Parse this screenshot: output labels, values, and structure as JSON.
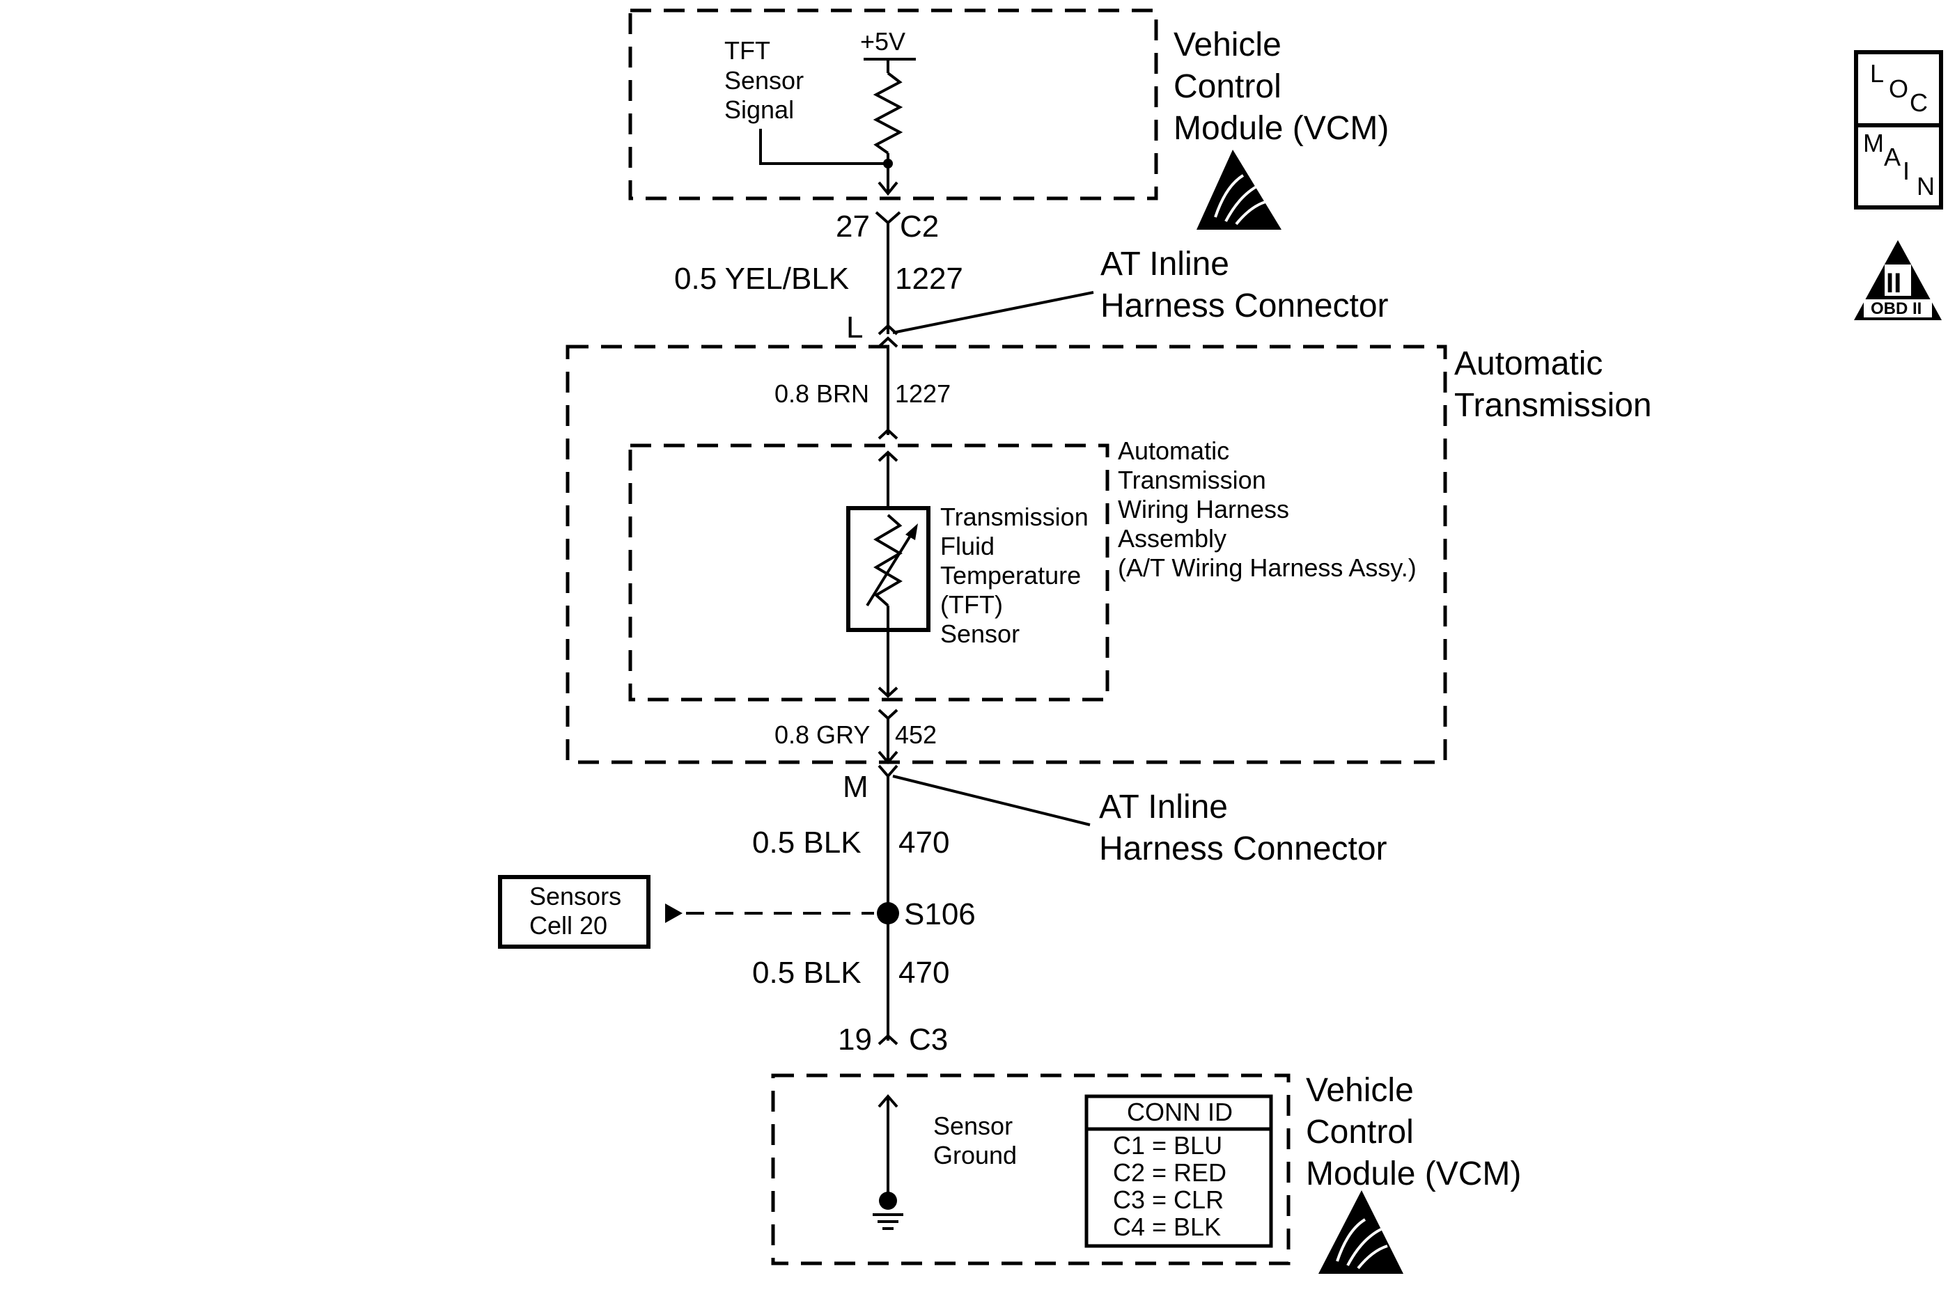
{
  "vcm_top": {
    "label": [
      "Vehicle",
      "Control",
      "Module (VCM)"
    ],
    "signal_label": [
      "TFT",
      "Sensor",
      "Signal"
    ],
    "supply": "+5V",
    "pin": "27",
    "connector": "C2"
  },
  "wire_top": {
    "gauge_color": "0.5 YEL/BLK",
    "circuit": "1227"
  },
  "inline_connector_l": {
    "label": [
      "AT Inline",
      "Harness Connector"
    ],
    "pin": "L"
  },
  "auto_trans": {
    "label": [
      "Automatic",
      "Transmission"
    ],
    "wire_upper": {
      "gauge_color": "0.8 BRN",
      "circuit": "1227"
    },
    "wire_lower": {
      "gauge_color": "0.8 GRY",
      "circuit": "452"
    }
  },
  "harness_assy": {
    "label": [
      "Automatic",
      "Transmission",
      "Wiring Harness",
      "Assembly",
      "(A/T Wiring Harness Assy.)"
    ]
  },
  "tft_sensor": {
    "label": [
      "Transmission",
      "Fluid",
      "Temperature",
      "(TFT)",
      "Sensor"
    ]
  },
  "inline_connector_m": {
    "label": [
      "AT Inline",
      "Harness Connector"
    ],
    "pin": "M"
  },
  "wire_mid": {
    "gauge_color": "0.5 BLK",
    "circuit": "470"
  },
  "splice": {
    "name": "S106"
  },
  "sensors_ref": {
    "label": [
      "Sensors",
      "Cell 20"
    ]
  },
  "wire_low": {
    "gauge_color": "0.5 BLK",
    "circuit": "470"
  },
  "vcm_bottom": {
    "label": [
      "Vehicle",
      "Control",
      "Module (VCM)"
    ],
    "ground_label": [
      "Sensor",
      "Ground"
    ],
    "pin": "19",
    "connector": "C3"
  },
  "conn_id": {
    "title": "CONN ID",
    "rows": [
      "C1 = BLU",
      "C2 = RED",
      "C3 = CLR",
      "C4 = BLK"
    ]
  },
  "side_icons": {
    "loc": [
      "L",
      "O",
      "C"
    ],
    "main": [
      "M",
      "A",
      "I",
      "N"
    ],
    "obd": {
      "numeral": "II",
      "text": "OBD II"
    }
  },
  "icons": {
    "esd_warning": "esd-warning-icon",
    "ground": "ground-icon",
    "resistor": "resistor-icon",
    "thermistor": "thermistor-icon"
  }
}
